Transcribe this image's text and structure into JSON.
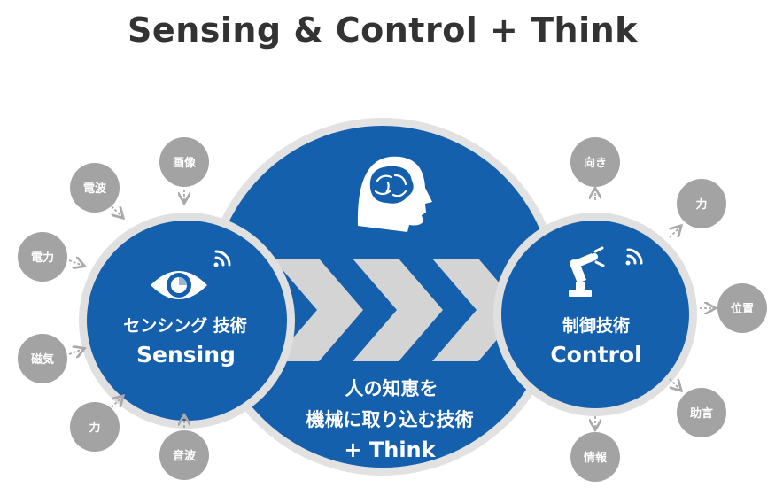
{
  "title": "Sensing & Control  + Think",
  "colors": {
    "blue": "#1560ad",
    "grey_bubble": "#a3a3a3",
    "ring": "#d9d9d9",
    "chevron": "#d4d4d4",
    "arrow": "#a9a9a9",
    "title": "#333333"
  },
  "sensing": {
    "jp": "センシング 技術",
    "en": "Sensing",
    "icon": "eye-with-signal-icon"
  },
  "control": {
    "jp": "制御技術",
    "en": "Control",
    "icon": "robot-arm-with-signal-icon"
  },
  "think": {
    "line1": "人の知恵を",
    "line2": "機械に取り込む技術",
    "line3": "+ Think",
    "icon": "head-with-brain-icon"
  },
  "inputs": [
    "画像",
    "電波",
    "電力",
    "磁気",
    "力",
    "音波"
  ],
  "outputs": [
    "向き",
    "力",
    "位置",
    "助言",
    "情報"
  ]
}
